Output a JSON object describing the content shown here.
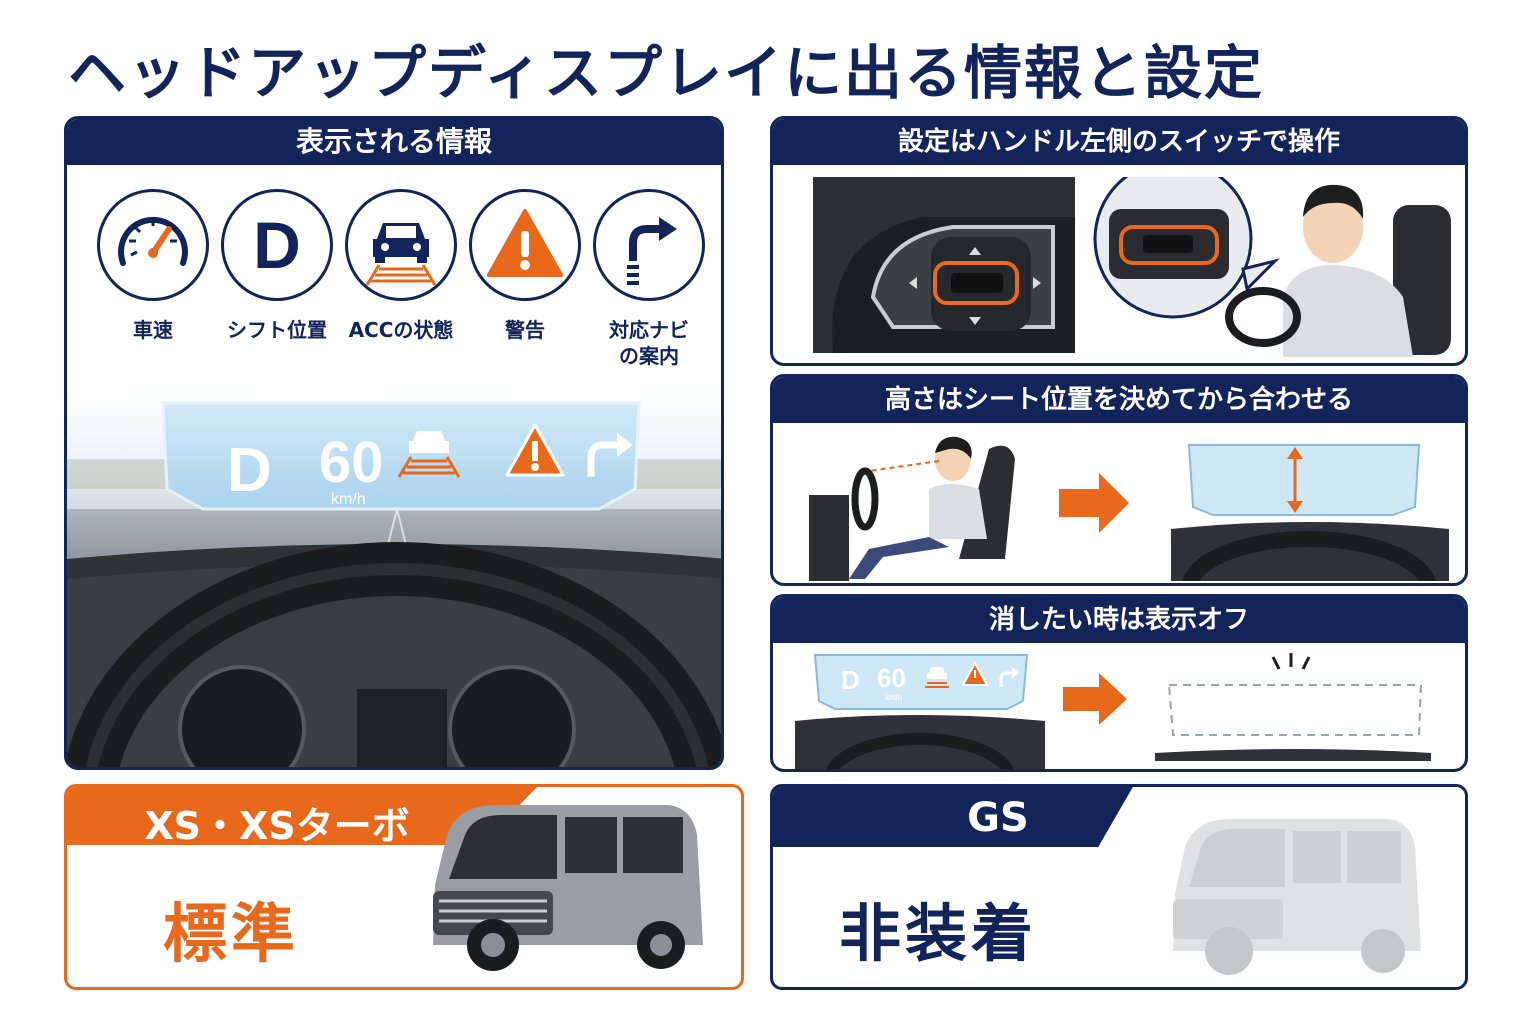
{
  "title": "ヘッドアップディスプレイに出る情報と設定",
  "info_panel": {
    "header": "表示される情報",
    "items": [
      {
        "icon": "speedometer-icon",
        "label": "車速"
      },
      {
        "icon": "shift-d-icon",
        "label": "シフト位置",
        "glyph": "D"
      },
      {
        "icon": "acc-car-icon",
        "label": "ACCの状態"
      },
      {
        "icon": "warning-icon",
        "label": "警告"
      },
      {
        "icon": "turn-arrow-icon",
        "label": "対応ナビ\nの案内"
      }
    ],
    "hud": {
      "shift": "D",
      "speed": "60",
      "unit": "km/h"
    }
  },
  "switch_panel": {
    "header": "設定はハンドル左側のスイッチで操作"
  },
  "height_panel": {
    "header": "高さはシート位置を決めてから合わせる"
  },
  "off_panel": {
    "header": "消したい時は表示オフ",
    "hud": {
      "shift": "D",
      "speed": "60",
      "unit": "km/h"
    }
  },
  "xs_panel": {
    "header": "XS・XSターボ",
    "value": "標準"
  },
  "gs_panel": {
    "header": "GS",
    "value": "非装着"
  },
  "colors": {
    "navy": "#12245a",
    "orange": "#e8681c",
    "hud_blue": "#bfe0f5"
  }
}
